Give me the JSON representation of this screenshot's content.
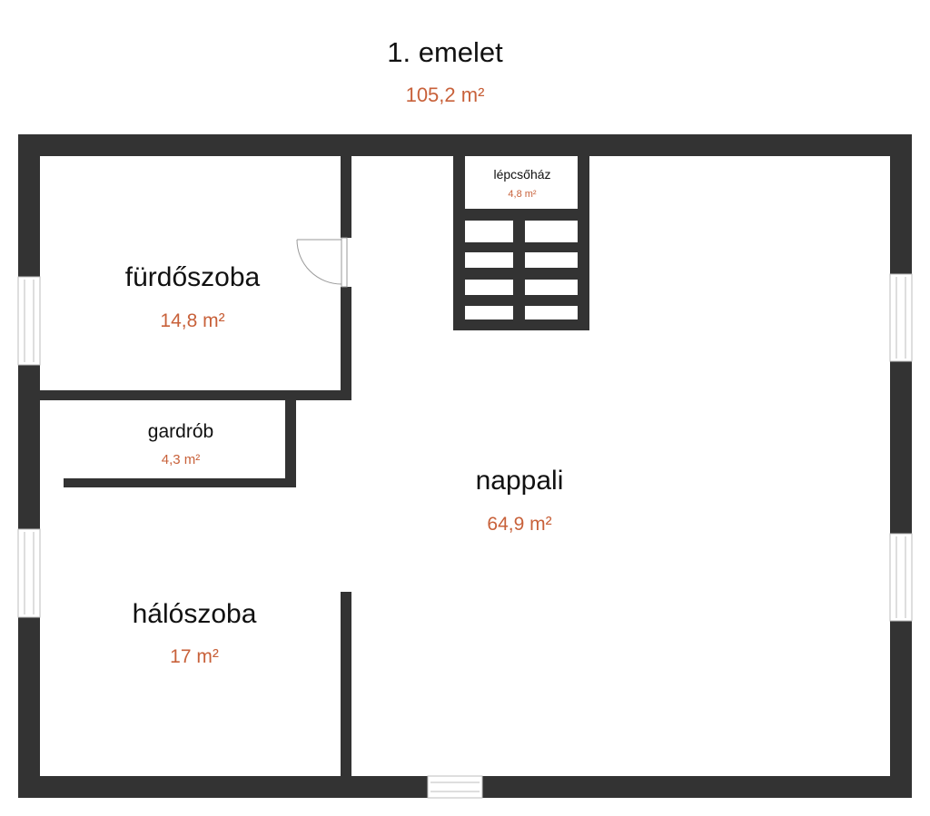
{
  "floor": {
    "title": "1. emelet",
    "total_area": "105,2 m²"
  },
  "rooms": {
    "bathroom": {
      "name": "fürdőszoba",
      "area": "14,8 m²"
    },
    "stairwell": {
      "name": "lépcsőház",
      "area": "4,8 m²"
    },
    "wardrobe": {
      "name": "gardrób",
      "area": "4,3 m²"
    },
    "living": {
      "name": "nappali",
      "area": "64,9 m²"
    },
    "bedroom": {
      "name": "hálószoba",
      "area": "17 m²"
    }
  },
  "colors": {
    "wall": "#333333",
    "area_text": "#c8613a",
    "label_text": "#111111",
    "window_frame": "#bdbdbd"
  }
}
